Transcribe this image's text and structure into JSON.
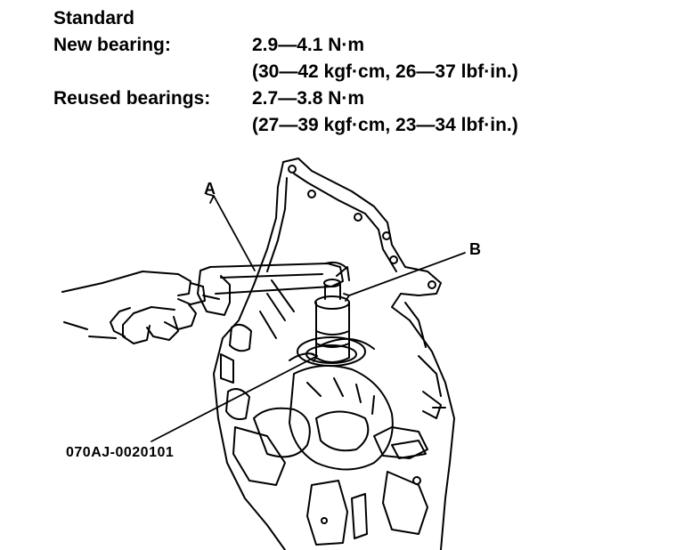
{
  "spec": {
    "heading": "Standard",
    "new_bearing": {
      "label": "New bearing:",
      "value": "2.9—4.1 N·m",
      "value_alt": "(30—42 kgf·cm, 26—37 lbf·in.)"
    },
    "reused_bearings": {
      "label": "Reused bearings:",
      "value": "2.7—3.8 N·m",
      "value_alt": "(27—39 kgf·cm, 23—34 lbf·in.)"
    }
  },
  "callouts": {
    "a": "A",
    "b": "B"
  },
  "figure_id": "070AJ-0020101"
}
